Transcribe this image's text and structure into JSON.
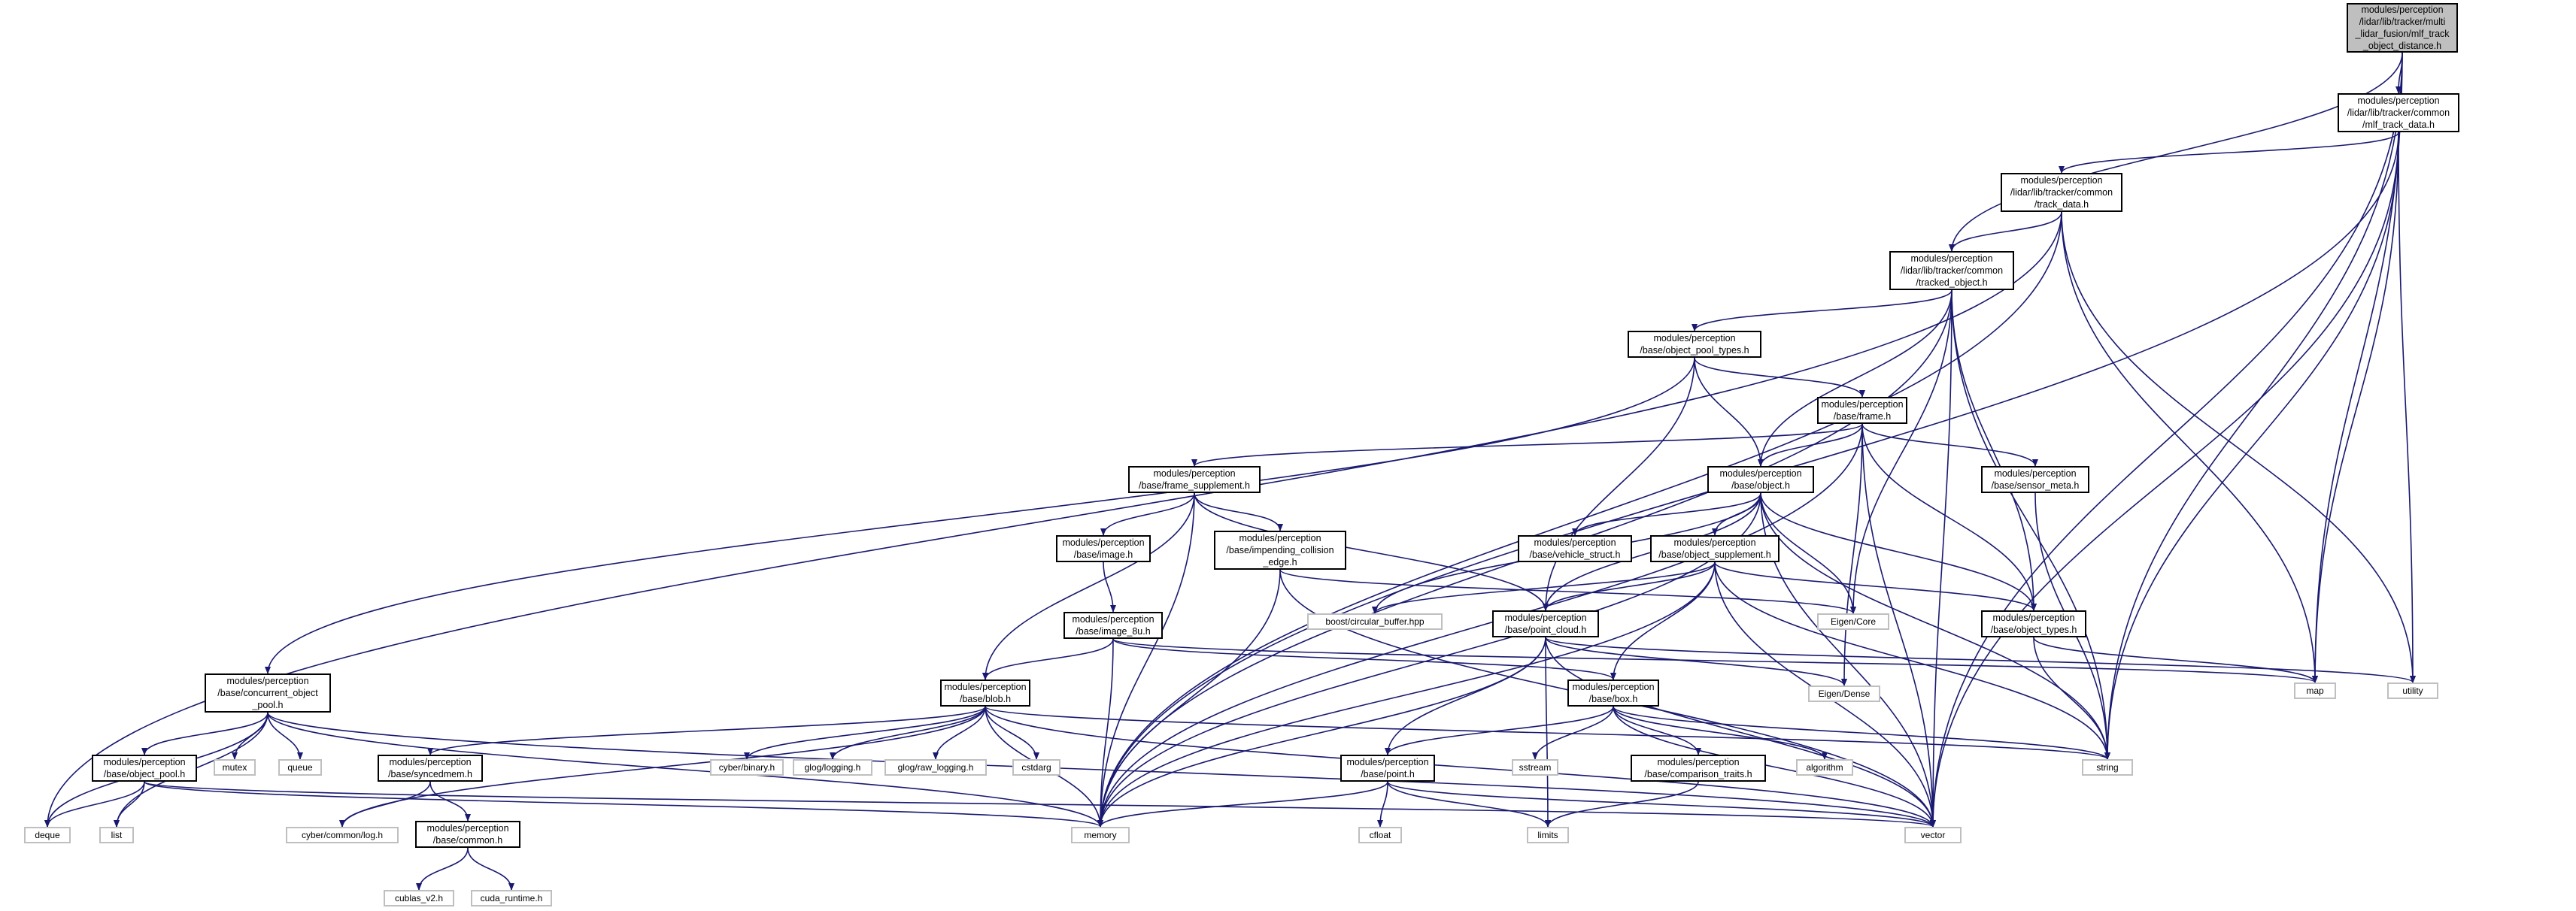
{
  "colors": {
    "edge": "#191970",
    "node_border": "#000000",
    "external_border": "#bfbfbf",
    "root_fill": "#bfbfbf"
  },
  "nodes": [
    {
      "id": "mlf_track_object_distance",
      "label": "modules/perception\n/lidar/lib/tracker/multi\n_lidar_fusion/mlf_track\n_object_distance.h"
    },
    {
      "id": "mlf_track_data",
      "label": "modules/perception\n/lidar/lib/tracker/common\n/mlf_track_data.h"
    },
    {
      "id": "track_data",
      "label": "modules/perception\n/lidar/lib/tracker/common\n/track_data.h"
    },
    {
      "id": "tracked_object",
      "label": "modules/perception\n/lidar/lib/tracker/common\n/tracked_object.h"
    },
    {
      "id": "object_pool_types",
      "label": "modules/perception\n/base/object_pool_types.h"
    },
    {
      "id": "frame",
      "label": "modules/perception\n/base/frame.h"
    },
    {
      "id": "frame_supplement",
      "label": "modules/perception\n/base/frame_supplement.h"
    },
    {
      "id": "object",
      "label": "modules/perception\n/base/object.h"
    },
    {
      "id": "sensor_meta",
      "label": "modules/perception\n/base/sensor_meta.h"
    },
    {
      "id": "image",
      "label": "modules/perception\n/base/image.h"
    },
    {
      "id": "impending_collision_edge",
      "label": "modules/perception\n/base/impending_collision\n_edge.h"
    },
    {
      "id": "vehicle_struct",
      "label": "modules/perception\n/base/vehicle_struct.h"
    },
    {
      "id": "object_supplement",
      "label": "modules/perception\n/base/object_supplement.h"
    },
    {
      "id": "image_8u",
      "label": "modules/perception\n/base/image_8u.h"
    },
    {
      "id": "point_cloud",
      "label": "modules/perception\n/base/point_cloud.h"
    },
    {
      "id": "object_types",
      "label": "modules/perception\n/base/object_types.h"
    },
    {
      "id": "concurrent_object_pool",
      "label": "modules/perception\n/base/concurrent_object\n_pool.h"
    },
    {
      "id": "blob",
      "label": "modules/perception\n/base/blob.h"
    },
    {
      "id": "box",
      "label": "modules/perception\n/base/box.h"
    },
    {
      "id": "object_pool",
      "label": "modules/perception\n/base/object_pool.h"
    },
    {
      "id": "syncedmem",
      "label": "modules/perception\n/base/syncedmem.h"
    },
    {
      "id": "point",
      "label": "modules/perception\n/base/point.h"
    },
    {
      "id": "comparison_traits",
      "label": "modules/perception\n/base/comparison_traits.h"
    },
    {
      "id": "common",
      "label": "modules/perception\n/base/common.h"
    },
    {
      "id": "map",
      "label": "map",
      "external": true
    },
    {
      "id": "utility",
      "label": "utility",
      "external": true
    },
    {
      "id": "string",
      "label": "string",
      "external": true
    },
    {
      "id": "vector",
      "label": "vector",
      "external": true
    },
    {
      "id": "memory",
      "label": "memory",
      "external": true
    },
    {
      "id": "deque",
      "label": "deque",
      "external": true
    },
    {
      "id": "list",
      "label": "list",
      "external": true
    },
    {
      "id": "mutex",
      "label": "mutex",
      "external": true
    },
    {
      "id": "queue",
      "label": "queue",
      "external": true
    },
    {
      "id": "eigen_core",
      "label": "Eigen/Core",
      "external": true
    },
    {
      "id": "eigen_dense",
      "label": "Eigen/Dense",
      "external": true
    },
    {
      "id": "boost_circular_buffer",
      "label": "boost/circular_buffer.hpp",
      "external": true
    },
    {
      "id": "cyber_binary",
      "label": "cyber/binary.h",
      "external": true
    },
    {
      "id": "glog_logging",
      "label": "glog/logging.h",
      "external": true
    },
    {
      "id": "glog_raw_logging",
      "label": "glog/raw_logging.h",
      "external": true
    },
    {
      "id": "cstdarg",
      "label": "cstdarg",
      "external": true
    },
    {
      "id": "cyber_common_log",
      "label": "cyber/common/log.h",
      "external": true
    },
    {
      "id": "sstream",
      "label": "sstream",
      "external": true
    },
    {
      "id": "algorithm",
      "label": "algorithm",
      "external": true
    },
    {
      "id": "limits",
      "label": "limits",
      "external": true
    },
    {
      "id": "cfloat",
      "label": "cfloat",
      "external": true
    },
    {
      "id": "cublas_v2",
      "label": "cublas_v2.h",
      "external": true
    },
    {
      "id": "cuda_runtime",
      "label": "cuda_runtime.h",
      "external": true
    }
  ],
  "edges": [
    [
      "mlf_track_object_distance",
      "mlf_track_data"
    ],
    [
      "mlf_track_object_distance",
      "tracked_object"
    ],
    [
      "mlf_track_object_distance",
      "map"
    ],
    [
      "mlf_track_object_distance",
      "string"
    ],
    [
      "mlf_track_object_distance",
      "vector"
    ],
    [
      "mlf_track_data",
      "track_data"
    ],
    [
      "mlf_track_data",
      "memory"
    ],
    [
      "mlf_track_data",
      "map"
    ],
    [
      "mlf_track_data",
      "utility"
    ],
    [
      "mlf_track_data",
      "string"
    ],
    [
      "mlf_track_data",
      "vector"
    ],
    [
      "track_data",
      "tracked_object"
    ],
    [
      "track_data",
      "deque"
    ],
    [
      "track_data",
      "memory"
    ],
    [
      "track_data",
      "map"
    ],
    [
      "track_data",
      "utility"
    ],
    [
      "tracked_object",
      "object_pool_types"
    ],
    [
      "tracked_object",
      "object"
    ],
    [
      "tracked_object",
      "object_types"
    ],
    [
      "tracked_object",
      "memory"
    ],
    [
      "tracked_object",
      "eigen_core"
    ],
    [
      "tracked_object",
      "string"
    ],
    [
      "tracked_object",
      "vector"
    ],
    [
      "object_pool_types",
      "concurrent_object_pool"
    ],
    [
      "object_pool_types",
      "frame"
    ],
    [
      "object_pool_types",
      "object"
    ],
    [
      "object_pool_types",
      "point_cloud"
    ],
    [
      "frame",
      "frame_supplement"
    ],
    [
      "frame",
      "object"
    ],
    [
      "frame",
      "sensor_meta"
    ],
    [
      "frame",
      "object_types"
    ],
    [
      "frame",
      "eigen_dense"
    ],
    [
      "frame",
      "memory"
    ],
    [
      "frame",
      "vector"
    ],
    [
      "frame_supplement",
      "image"
    ],
    [
      "frame_supplement",
      "impending_collision_edge"
    ],
    [
      "frame_supplement",
      "blob"
    ],
    [
      "frame_supplement",
      "point_cloud"
    ],
    [
      "frame_supplement",
      "memory"
    ],
    [
      "object",
      "vehicle_struct"
    ],
    [
      "object",
      "object_supplement"
    ],
    [
      "object",
      "object_types"
    ],
    [
      "object",
      "point_cloud"
    ],
    [
      "object",
      "boost_circular_buffer"
    ],
    [
      "object",
      "eigen_core"
    ],
    [
      "object",
      "memory"
    ],
    [
      "object",
      "string"
    ],
    [
      "object",
      "vector"
    ],
    [
      "sensor_meta",
      "string"
    ],
    [
      "image",
      "image_8u"
    ],
    [
      "impending_collision_edge",
      "eigen_core"
    ],
    [
      "impending_collision_edge",
      "memory"
    ],
    [
      "impending_collision_edge",
      "vector"
    ],
    [
      "object_supplement",
      "point_cloud"
    ],
    [
      "object_supplement",
      "object_types"
    ],
    [
      "object_supplement",
      "box"
    ],
    [
      "object_supplement",
      "boost_circular_buffer"
    ],
    [
      "object_supplement",
      "memory"
    ],
    [
      "object_supplement",
      "string"
    ],
    [
      "object_supplement",
      "vector"
    ],
    [
      "image_8u",
      "blob"
    ],
    [
      "image_8u",
      "box"
    ],
    [
      "image_8u",
      "map"
    ],
    [
      "image_8u",
      "memory"
    ],
    [
      "point_cloud",
      "point"
    ],
    [
      "point_cloud",
      "eigen_dense"
    ],
    [
      "point_cloud",
      "limits"
    ],
    [
      "point_cloud",
      "memory"
    ],
    [
      "point_cloud",
      "utility"
    ],
    [
      "point_cloud",
      "vector"
    ],
    [
      "object_types",
      "map"
    ],
    [
      "object_types",
      "string"
    ],
    [
      "concurrent_object_pool",
      "object_pool"
    ],
    [
      "concurrent_object_pool",
      "deque"
    ],
    [
      "concurrent_object_pool",
      "list"
    ],
    [
      "concurrent_object_pool",
      "memory"
    ],
    [
      "concurrent_object_pool",
      "mutex"
    ],
    [
      "concurrent_object_pool",
      "queue"
    ],
    [
      "concurrent_object_pool",
      "vector"
    ],
    [
      "blob",
      "syncedmem"
    ],
    [
      "blob",
      "cyber_common_log"
    ],
    [
      "blob",
      "cyber_binary"
    ],
    [
      "blob",
      "glog_logging"
    ],
    [
      "blob",
      "glog_raw_logging"
    ],
    [
      "blob",
      "cstdarg"
    ],
    [
      "blob",
      "memory"
    ],
    [
      "blob",
      "string"
    ],
    [
      "blob",
      "vector"
    ],
    [
      "box",
      "point"
    ],
    [
      "box",
      "comparison_traits"
    ],
    [
      "box",
      "sstream"
    ],
    [
      "box",
      "algorithm"
    ],
    [
      "box",
      "string"
    ],
    [
      "box",
      "vector"
    ],
    [
      "object_pool",
      "deque"
    ],
    [
      "object_pool",
      "list"
    ],
    [
      "object_pool",
      "memory"
    ],
    [
      "object_pool",
      "vector"
    ],
    [
      "syncedmem",
      "common"
    ],
    [
      "syncedmem",
      "cyber_common_log"
    ],
    [
      "point",
      "cfloat"
    ],
    [
      "point",
      "limits"
    ],
    [
      "point",
      "memory"
    ],
    [
      "point",
      "vector"
    ],
    [
      "comparison_traits",
      "limits"
    ],
    [
      "common",
      "cublas_v2"
    ],
    [
      "common",
      "cuda_runtime"
    ]
  ]
}
